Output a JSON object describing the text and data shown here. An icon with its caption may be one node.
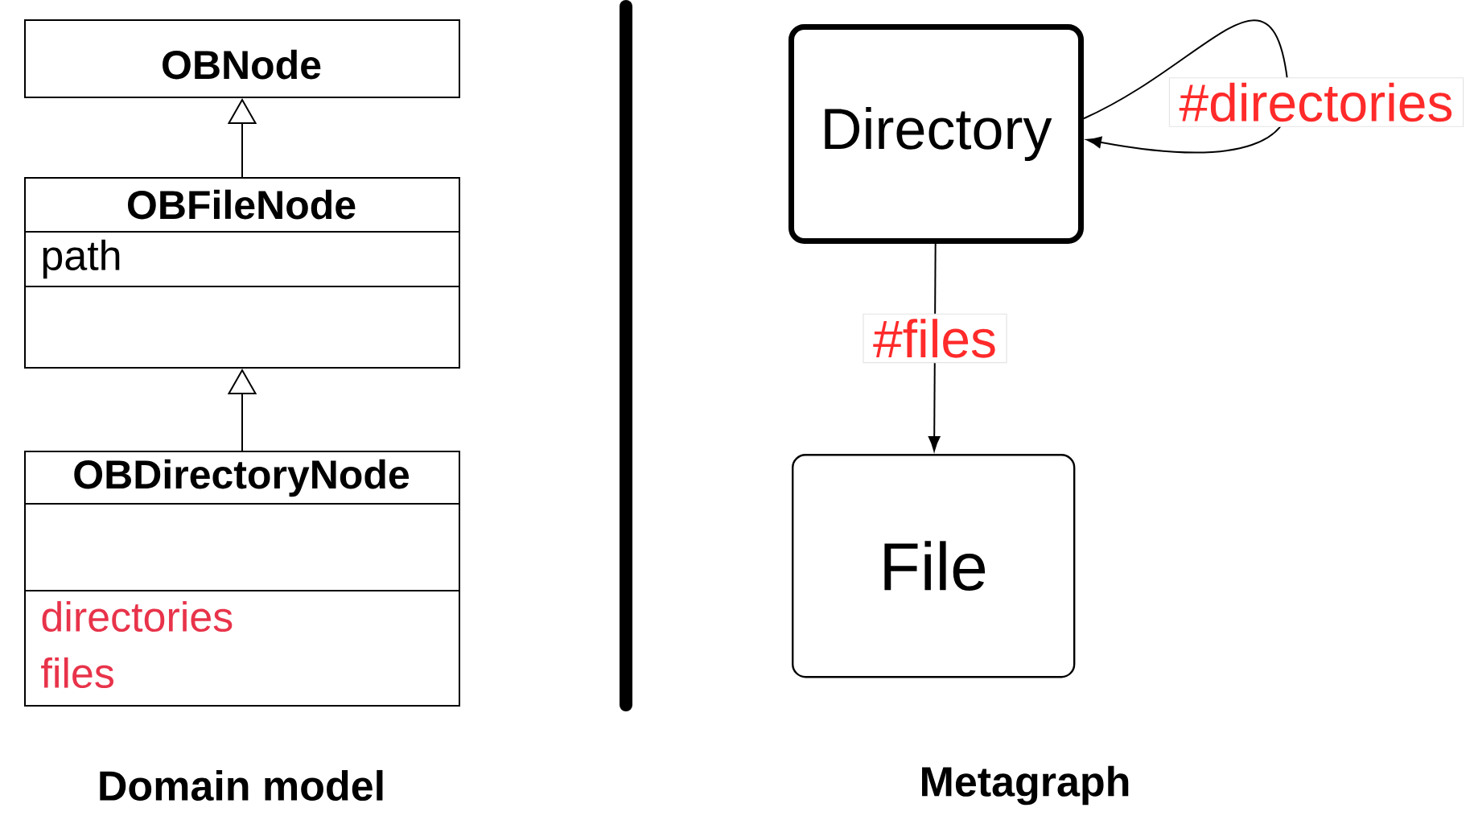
{
  "diagram": {
    "nodes": [
      {
        "text": [
          "OBNode"
        ]
      },
      {
        "text": [
          "OBFileNode",
          "path"
        ]
      },
      {
        "text": [
          "OBDirectoryNode",
          "directories",
          "files"
        ]
      },
      {
        "text": [
          "Directory"
        ]
      },
      {
        "text": [
          "File"
        ]
      }
    ],
    "edges": [
      {
        "from": 1,
        "to": 0,
        "arrow": "to"
      },
      {
        "from": 2,
        "to": 1,
        "arrow": "to"
      },
      {
        "from": 3,
        "to": 3,
        "arrow": "to",
        "label": "#directories"
      },
      {
        "from": 3,
        "to": 4,
        "arrow": "to",
        "label": "#files"
      }
    ],
    "labels": [
      "Domain model",
      "Metagraph"
    ]
  }
}
